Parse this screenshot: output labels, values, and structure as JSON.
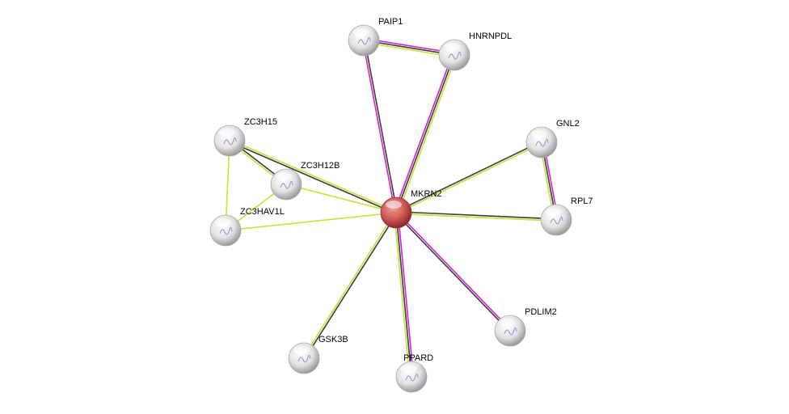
{
  "colors": {
    "text_mining": "#c6e034",
    "coexpression": "#3a3a3a",
    "experiments": "#d11fd1",
    "query_node": "#c03a3a",
    "node": "#e0e0e0"
  },
  "nodes": [
    {
      "id": "MKRN2",
      "label": "MKRN2",
      "query": true
    },
    {
      "id": "PAIP1",
      "label": "PAIP1"
    },
    {
      "id": "HNRNPDL",
      "label": "HNRNPDL"
    },
    {
      "id": "ZC3H15",
      "label": "ZC3H15"
    },
    {
      "id": "ZC3H12B",
      "label": "ZC3H12B"
    },
    {
      "id": "ZC3HAV1L",
      "label": "ZC3HAV1L"
    },
    {
      "id": "GNL2",
      "label": "GNL2"
    },
    {
      "id": "RPL7",
      "label": "RPL7"
    },
    {
      "id": "PDLIM2",
      "label": "PDLIM2"
    },
    {
      "id": "PPARD",
      "label": "PPARD"
    },
    {
      "id": "GSK3B",
      "label": "GSK3B"
    }
  ],
  "edges": [
    {
      "a": "MKRN2",
      "b": "PAIP1",
      "channels": [
        "experiments",
        "coexpression"
      ]
    },
    {
      "a": "MKRN2",
      "b": "HNRNPDL",
      "channels": [
        "experiments",
        "coexpression",
        "text_mining"
      ]
    },
    {
      "a": "PAIP1",
      "b": "HNRNPDL",
      "channels": [
        "experiments",
        "coexpression",
        "text_mining"
      ]
    },
    {
      "a": "MKRN2",
      "b": "ZC3H15",
      "channels": [
        "coexpression",
        "text_mining"
      ]
    },
    {
      "a": "ZC3H15",
      "b": "ZC3H12B",
      "channels": [
        "coexpression",
        "text_mining"
      ]
    },
    {
      "a": "ZC3H15",
      "b": "ZC3HAV1L",
      "channels": [
        "text_mining"
      ]
    },
    {
      "a": "ZC3H12B",
      "b": "ZC3HAV1L",
      "channels": [
        "text_mining"
      ]
    },
    {
      "a": "ZC3H12B",
      "b": "MKRN2",
      "channels": [
        "text_mining"
      ]
    },
    {
      "a": "ZC3HAV1L",
      "b": "MKRN2",
      "channels": [
        "text_mining"
      ]
    },
    {
      "a": "MKRN2",
      "b": "GNL2",
      "channels": [
        "coexpression",
        "text_mining"
      ]
    },
    {
      "a": "GNL2",
      "b": "RPL7",
      "channels": [
        "experiments",
        "coexpression",
        "text_mining"
      ]
    },
    {
      "a": "MKRN2",
      "b": "RPL7",
      "channels": [
        "coexpression",
        "text_mining"
      ]
    },
    {
      "a": "MKRN2",
      "b": "PDLIM2",
      "channels": [
        "experiments",
        "coexpression"
      ]
    },
    {
      "a": "MKRN2",
      "b": "PPARD",
      "channels": [
        "experiments",
        "coexpression",
        "text_mining"
      ]
    },
    {
      "a": "MKRN2",
      "b": "GSK3B",
      "channels": [
        "coexpression",
        "text_mining"
      ]
    }
  ]
}
